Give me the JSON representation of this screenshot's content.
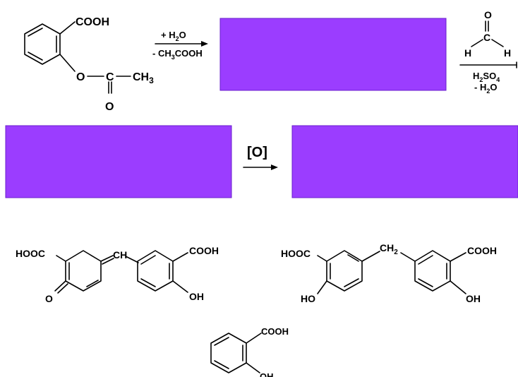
{
  "colors": {
    "answer_box": "#9b3dff",
    "ink": "#000000",
    "background": "#ffffff"
  },
  "molecules": {
    "aspirin": {
      "carboxyl": "COOH",
      "ester_o": "O",
      "carbonyl_c": "C",
      "methyl": "CH3",
      "carbonyl_o": "O"
    },
    "quinoid": {
      "left_group": "HOOC",
      "bridge": "CH",
      "right_group": "COOH",
      "keto_o": "O",
      "hydroxyl": "OH"
    },
    "methylene": {
      "left_group": "HOOC",
      "bridge": "CH2",
      "right_group": "COOH",
      "left_oh": "HO",
      "right_oh": "OH"
    },
    "salicylic": {
      "carboxyl": "COOH",
      "hydroxyl": "OH"
    },
    "formaldehyde": {
      "o": "O",
      "c": "C",
      "h_left": "H",
      "h_right": "H"
    }
  },
  "reagents": {
    "step1_above": "+ H2O",
    "step1_below": "- CH3COOH",
    "step2_below_1": "H2SO4",
    "step2_below_2": "- H2O",
    "step3_above": "[O]"
  }
}
